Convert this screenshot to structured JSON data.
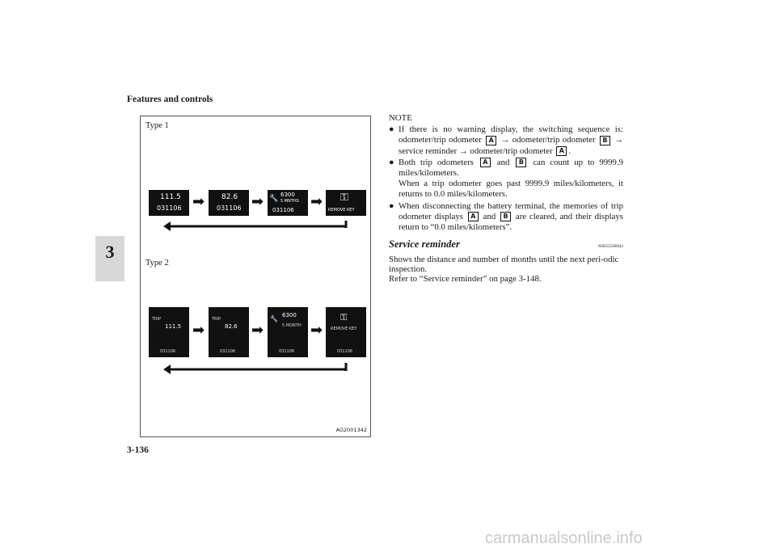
{
  "header": {
    "section": "Features and controls"
  },
  "page": {
    "number": "3-136",
    "tab": "3"
  },
  "figure": {
    "type1_label": "Type 1",
    "type2_label": "Type 2",
    "code": "AG2001342",
    "type1_displays": [
      {
        "line1": "111.5",
        "line2": "031106"
      },
      {
        "line1": "82.6",
        "line2": "031106"
      },
      {
        "line1": "6300",
        "line2": "5 MNTHS",
        "line3": "031106"
      },
      {
        "line1": "REMOVE KEY"
      }
    ],
    "type2_displays": [
      {
        "top": "TRIP",
        "mid": "111.5",
        "bottom": "031106"
      },
      {
        "top": "TRIP",
        "mid": "82.6",
        "bottom": "031106"
      },
      {
        "top": "6300",
        "mid": "5 MONTH",
        "bottom": "031106"
      },
      {
        "top": "REMOVE KEY",
        "mid": "",
        "bottom": "031106"
      }
    ]
  },
  "note": {
    "title": "NOTE",
    "b1_part1": "If there is no warning display, the switching sequence is: odometer/trip odometer",
    "b1_part2": "→ odometer/trip odometer",
    "b1_part3": "→ service reminder → odometer/trip odometer",
    "b2_part1": "Both trip odometers",
    "b2_part2": "and",
    "b2_part3": "can count up to 9999.9 miles/kilometers.",
    "b2_part4": "When a trip odometer goes past 9999.9 miles/kilometers, it returns to 0.0 miles/kilometers.",
    "b3_part1": "When disconnecting the battery terminal, the memories of trip odometer displays",
    "b3_part2": "and",
    "b3_part3": "are cleared, and their displays return to “0.0 miles/kilometers”.",
    "box_a": "A",
    "box_b": "B"
  },
  "service": {
    "title": "Service reminder",
    "code": "N00555500042",
    "body1": "Shows the distance and number of months until the next peri-odic inspection.",
    "body2": "Refer to “Service reminder” on page 3-148."
  },
  "watermark": "carmanualsonline.info"
}
